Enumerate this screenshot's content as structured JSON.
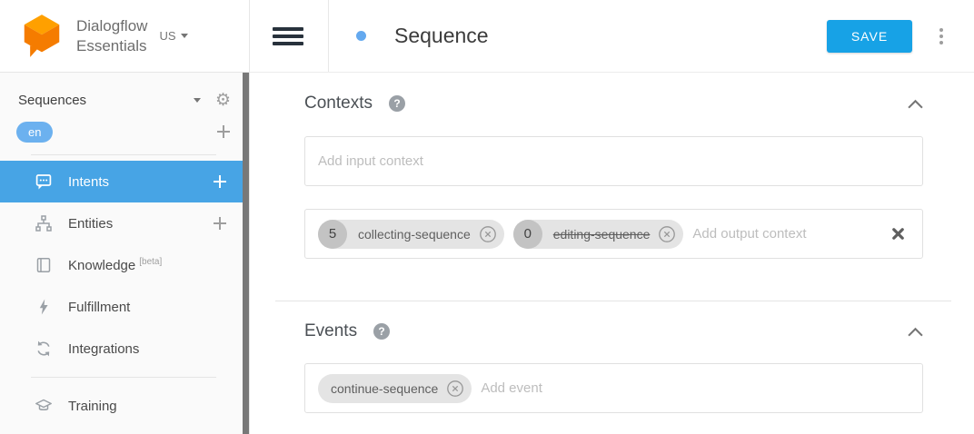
{
  "colors": {
    "save_button": "#17a2e6",
    "active_nav_item": "#47a4e5",
    "lang_badge": "#6cb1ef",
    "intent_status_dot": "#64a9ef",
    "logo_top": "#ffa000",
    "logo_body": "#f57c00"
  },
  "brand": {
    "line1": "Dialogflow",
    "line2": "Essentials",
    "region": "US"
  },
  "sidebar": {
    "agent_name": "Sequences",
    "language": "en",
    "nav": [
      {
        "label": "Intents",
        "icon": "chat-bubble-icon",
        "has_plus": true,
        "active": true
      },
      {
        "label": "Entities",
        "icon": "hierarchy-icon",
        "has_plus": true
      },
      {
        "label": "Knowledge",
        "icon": "book-icon",
        "badge": "[beta]"
      },
      {
        "label": "Fulfillment",
        "icon": "bolt-icon"
      },
      {
        "label": "Integrations",
        "icon": "sync-icon"
      },
      {
        "label": "Training",
        "icon": "graduation-cap-icon"
      }
    ]
  },
  "header": {
    "title": "Sequence",
    "save": "SAVE"
  },
  "contexts": {
    "heading": "Contexts",
    "help_glyph": "?",
    "input_placeholder": "Add input context",
    "output_placeholder": "Add output context",
    "output_chips": [
      {
        "lifespan": "5",
        "name": "collecting-sequence",
        "strikethrough": false
      },
      {
        "lifespan": "0",
        "name": "editing-sequence",
        "strikethrough": true
      }
    ]
  },
  "events": {
    "heading": "Events",
    "help_glyph": "?",
    "placeholder": "Add event",
    "chips": [
      {
        "name": "continue-sequence"
      }
    ]
  }
}
